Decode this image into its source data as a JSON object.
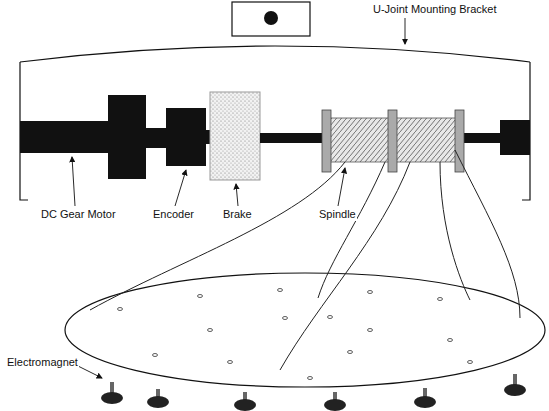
{
  "diagram": {
    "labels": [
      "U-Joint Mounting Bracket",
      "DC Gear Motor",
      "Encoder",
      "Brake",
      "Spindle",
      "Electromagnet"
    ]
  }
}
